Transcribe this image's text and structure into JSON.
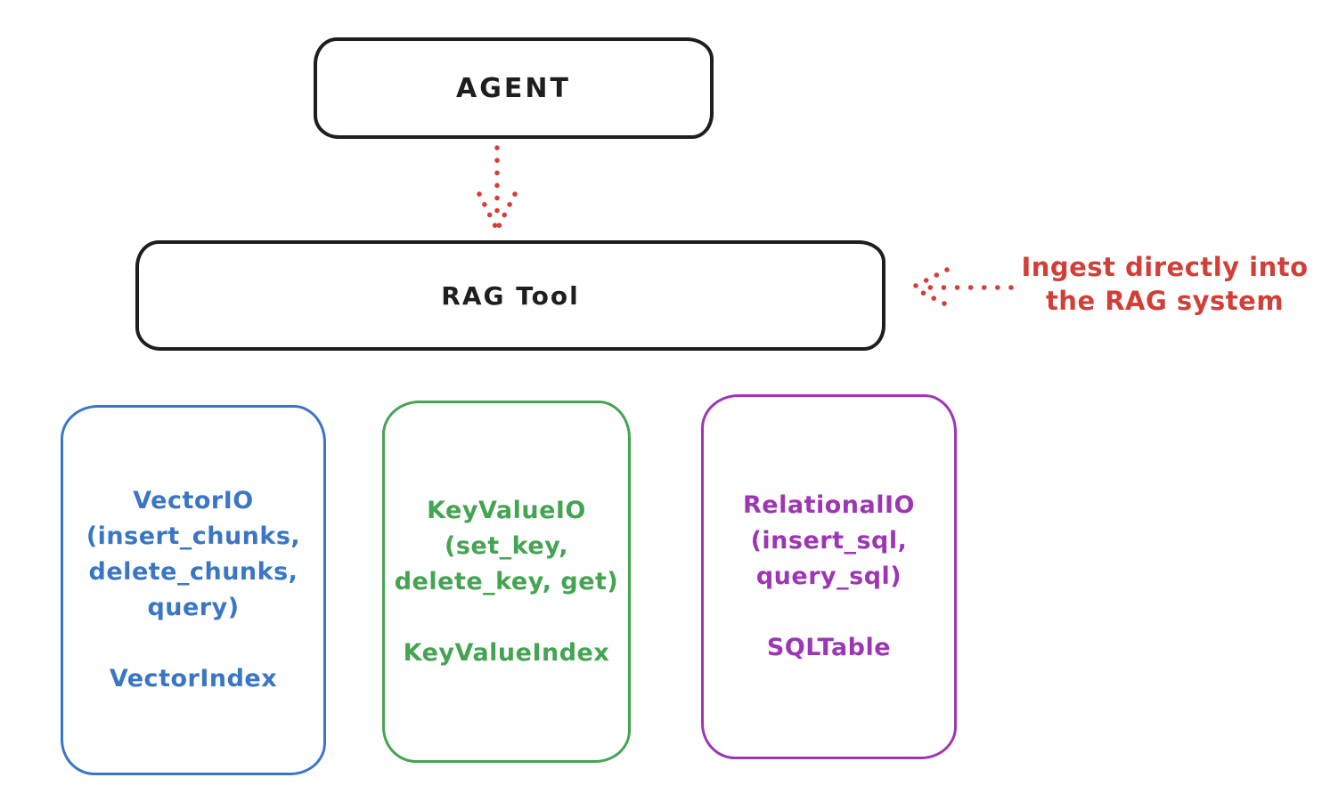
{
  "colors": {
    "ink": "#1e1e1e",
    "red": "#d13f38",
    "blue": "#3b76c4",
    "green": "#44a452",
    "purple": "#9c36b5"
  },
  "nodes": {
    "agent": {
      "label": "AGENT"
    },
    "rag_tool": {
      "label": "RAG Tool"
    }
  },
  "annotation": {
    "line1": "Ingest directly into",
    "line2": "the RAG system"
  },
  "arrows": [
    {
      "name": "agent-to-rag-arrow",
      "style": "dotted",
      "color": "#d13f38",
      "direction": "down"
    },
    {
      "name": "ingest-arrow",
      "style": "dotted",
      "color": "#d13f38",
      "direction": "left"
    }
  ],
  "backends": {
    "vector": {
      "io_lines": [
        "VectorIO",
        "(insert_chunks,",
        "delete_chunks,",
        "query)"
      ],
      "index_label": "VectorIndex",
      "color": "#3b76c4"
    },
    "keyvalue": {
      "io_lines": [
        "KeyValueIO",
        "(set_key,",
        "delete_key, get)"
      ],
      "index_label": "KeyValueIndex",
      "color": "#44a452"
    },
    "relational": {
      "io_lines": [
        "RelationalIO",
        "(insert_sql,",
        "query_sql)"
      ],
      "index_label": "SQLTable",
      "color": "#9c36b5"
    }
  }
}
